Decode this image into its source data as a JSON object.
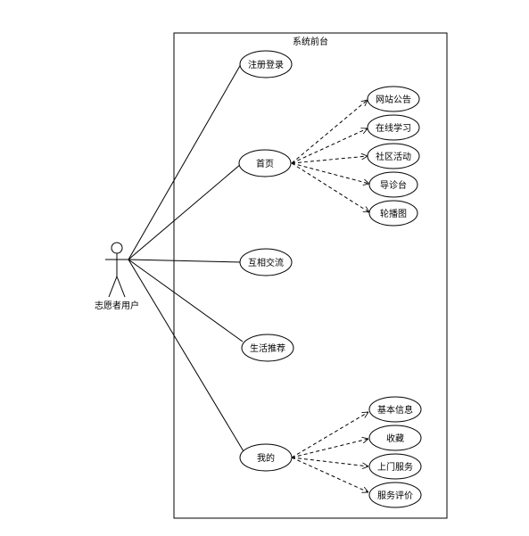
{
  "system": {
    "title": "系统前台"
  },
  "actor": {
    "label": "志愿者用户"
  },
  "use_cases": {
    "register": "注册登录",
    "home": "首页",
    "exchange": "互相交流",
    "life": "生活推荐",
    "mine": "我的"
  },
  "home_items": {
    "announce": "网站公告",
    "learn": "在线学习",
    "community": "社区活动",
    "guide": "导诊台",
    "carousel": "轮播图"
  },
  "mine_items": {
    "info": "基本信息",
    "favorite": "收藏",
    "door_service": "上门服务",
    "review": "服务评价"
  }
}
